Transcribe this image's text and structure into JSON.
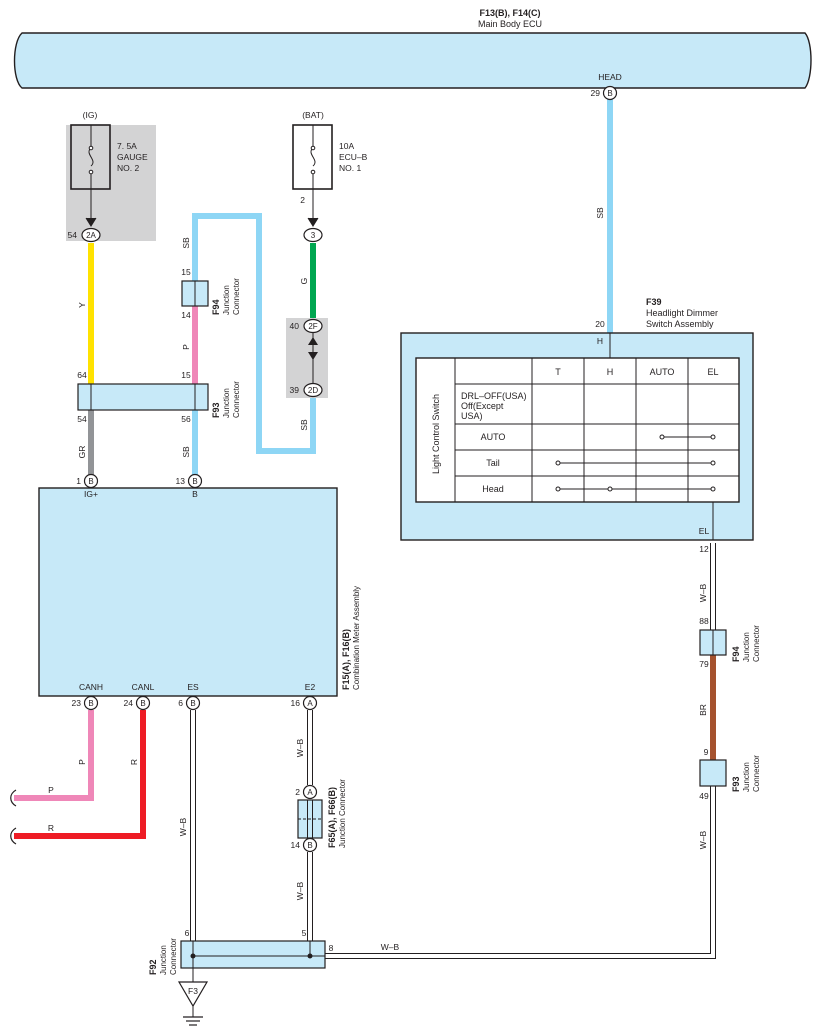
{
  "ecu": {
    "code": "F13(B), F14(C)",
    "name": "Main Body ECU",
    "terminal_name": "HEAD",
    "pin": "29",
    "connector": "B"
  },
  "fuse_ig": {
    "source": "(IG)",
    "line1": "7. 5A",
    "line2": "GAUGE",
    "line3": "NO. 2",
    "pin": "54",
    "connector": "2A"
  },
  "fuse_bat": {
    "source": "(BAT)",
    "line1": "10A",
    "line2": "ECU–B",
    "line3": "NO. 1",
    "pin_top": "2",
    "connector": "3"
  },
  "joint_bat": {
    "top_pin": "40",
    "top_conn": "2F",
    "bottom_pin": "39",
    "bottom_conn": "2D"
  },
  "f94_left": {
    "code": "F94",
    "line1": "Junction",
    "line2": "Connector",
    "pin_top": "15",
    "pin_bottom": "14"
  },
  "f93_left": {
    "code": "F93",
    "line1": "Junction",
    "line2": "Connector",
    "pin_tl": "64",
    "pin_bl": "54",
    "pin_tm": "15",
    "pin_bm": "56"
  },
  "meter": {
    "code": "F15(A), F16(B)",
    "name": "Combination Meter Assembly",
    "term_igp": "IG+",
    "term_b": "B",
    "term_canh": "CANH",
    "term_canl": "CANL",
    "term_es": "ES",
    "term_e2": "E2",
    "pin_igp": "1",
    "pin_b": "13",
    "pin_canh": "23",
    "pin_canl": "24",
    "pin_es": "6",
    "pin_e2": "16",
    "conn_b": "B",
    "conn_a": "A"
  },
  "dimmer": {
    "code": "F39",
    "line1": "Headlight Dimmer",
    "line2": "Switch Assembly",
    "pin_h": "20",
    "term_h": "H",
    "term_el": "EL",
    "pin_el": "12",
    "table_side_label": "Light Control Switch",
    "columns": [
      "T",
      "H",
      "AUTO",
      "EL"
    ],
    "rows": [
      {
        "label": "DRL–OFF(USA)\nOff(Except\nUSA)"
      },
      {
        "label": "AUTO"
      },
      {
        "label": "Tail"
      },
      {
        "label": "Head"
      }
    ]
  },
  "f94_right": {
    "code": "F94",
    "line1": "Junction",
    "line2": "Connector",
    "pin_top": "88",
    "pin_bottom": "79"
  },
  "f93_right": {
    "code": "F93",
    "line1": "Junction",
    "line2": "Connector",
    "pin_top": "9",
    "pin_bottom": "49"
  },
  "f65": {
    "code": "F65(A), F66(B)",
    "name": "Junction Connector",
    "pin_top": "2",
    "conn_top": "A",
    "pin_bottom": "14",
    "conn_bottom": "B"
  },
  "f92": {
    "code": "F92",
    "line1": "Junction",
    "line2": "Connector",
    "pin_left": "6",
    "pin_mid": "5",
    "pin_right": "8"
  },
  "ground": {
    "label": "F3"
  },
  "wires": {
    "y": "Y",
    "gr": "GR",
    "sb": "SB",
    "p": "P",
    "g": "G",
    "r": "R",
    "wb": "W–B",
    "br": "BR"
  },
  "colors": {
    "ecu_fill": "#c7e9f8",
    "box_fill": "#c7e9f8",
    "fuse_bg": "#d3d3d4",
    "wire_sb": "#8ed6f5",
    "wire_y": "#ffe200",
    "wire_gr": "#929497",
    "wire_p": "#ef87b8",
    "wire_g": "#00a650",
    "wire_r": "#ee1c25",
    "wire_br": "#a5522e",
    "wire_wb": "#231f20"
  }
}
